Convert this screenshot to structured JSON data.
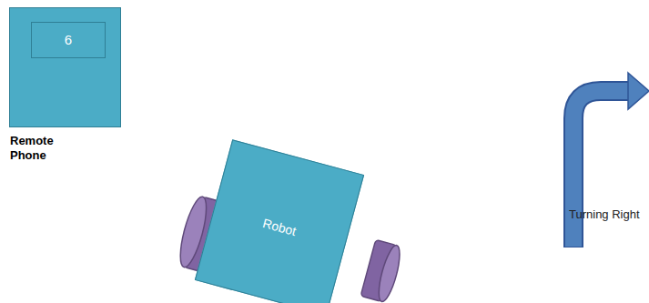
{
  "diagram": {
    "nodes": [
      {
        "text": [
          "Remote Phone"
        ]
      },
      {
        "text": [
          "6"
        ],
        "in": 0
      },
      {
        "text": [
          "Robot"
        ]
      }
    ],
    "labels": [
      "Turning Right"
    ]
  }
}
